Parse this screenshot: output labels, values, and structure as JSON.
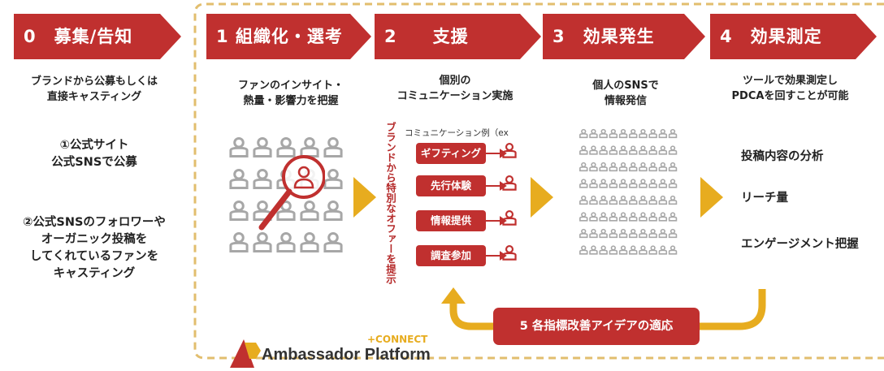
{
  "steps": [
    {
      "label": "0　募集/告知"
    },
    {
      "label": "1 組織化・選考"
    },
    {
      "label": "2　　支援"
    },
    {
      "label": "3　効果発生"
    },
    {
      "label": "4　効果測定"
    }
  ],
  "descriptions": {
    "step0": "ブランドから公募もしくは\n直接キャスティング",
    "step1": "ファンのインサイト・\n熱量・影響力を把握",
    "step2": "個別の\nコミュニケーション実施",
    "step3": "個人のSNSで\n情報発信",
    "step4": "ツールで効果測定し\nPDCAを回すことが可能"
  },
  "left": {
    "item1": "①公式サイト\n公式SNSで公募",
    "item2": "②公式SNSのフォロワーや\nオーガニック投稿を\nしてくれているファンを\nキャスティング"
  },
  "support": {
    "example_caption": "コミュニケーション例（ex",
    "vertical_text": "ブランドから特別なオファーを提示",
    "pills": [
      "ギフティング",
      "先行体験",
      "情報提供",
      "調査参加"
    ]
  },
  "effects": [
    "投稿内容の分析",
    "リーチ量",
    "エンゲージメント把握"
  ],
  "feedback": {
    "label": "5 各指標改善アイデアの適応"
  },
  "logo": {
    "tagline": "+CONNECT",
    "name": "Ambassador Platform"
  },
  "colors": {
    "step_red": "#c0302f",
    "accent_yellow": "#e7ac1f",
    "dashed_border": "#e2be6e",
    "icon_gray": "#a7a7a7"
  }
}
